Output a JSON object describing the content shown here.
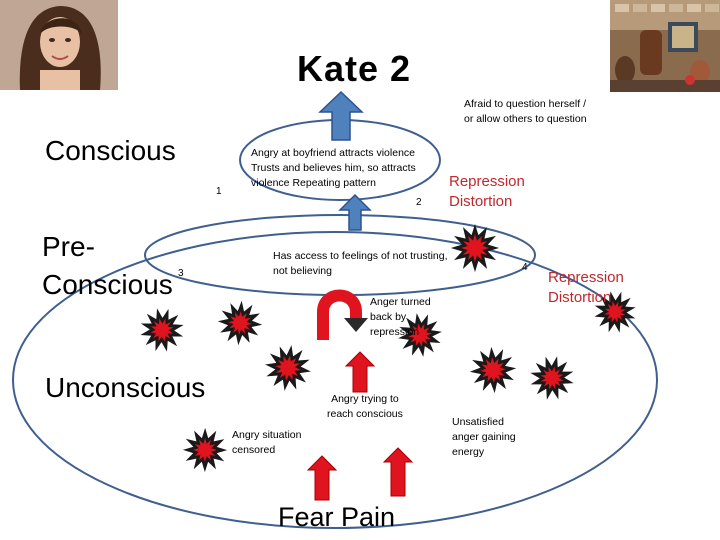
{
  "slide": {
    "title": "Kate  2"
  },
  "levels": {
    "conscious": "Conscious",
    "preconscious": "Pre-Conscious",
    "unconscious": "Unconscious"
  },
  "annotations": {
    "afraid_line1": "Afraid to question herself /",
    "afraid_line2": "or allow others to question",
    "angry_top_line1": "Angry at boyfriend attracts violence",
    "angry_top_line2": "Trusts and believes him, so attracts",
    "angry_top_line3": "violence   Repeating pattern",
    "access_line1": "Has access to feelings of not trusting,",
    "access_line2": "not believing",
    "anger_turned_line1": "Anger turned",
    "anger_turned_line2": "back by",
    "anger_turned_line3": "repression",
    "trying_line1": "Angry trying to",
    "trying_line2": "reach conscious",
    "situation_line1": "Angry situation",
    "situation_line2": "censored",
    "unsatisfied_line1": "Unsatisfied",
    "unsatisfied_line2": "anger gaining",
    "unsatisfied_line3": "energy"
  },
  "repression": {
    "label1_line1": "Repression",
    "label1_line2": "Distortion",
    "label2_line1": "Repression",
    "label2_line2": "Distortion"
  },
  "numbers": {
    "n1": "1",
    "n2": "2",
    "n3": "3",
    "n4": "4"
  },
  "bottom": {
    "fear_pain": "Fear  Pain"
  },
  "colors": {
    "ellipse_stroke": "#3f5f8f",
    "arrow_blue": "#4f81bd",
    "arrow_red": "#e0141e",
    "burst_fill": "#e0141e",
    "burst_stroke": "#1a1a1a",
    "repression_text": "#c0282d"
  }
}
